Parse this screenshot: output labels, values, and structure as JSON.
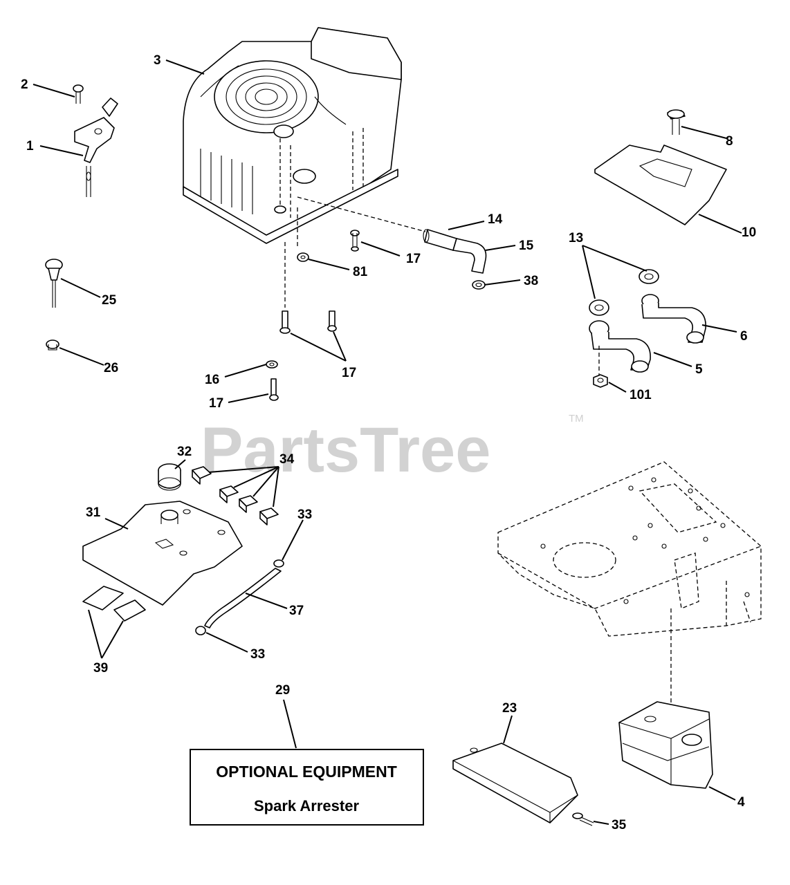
{
  "watermark": {
    "text": "PartsTree",
    "trademark": "TM"
  },
  "optional_box": {
    "title": "OPTIONAL EQUIPMENT",
    "subtitle": "Spark Arrester"
  },
  "callouts": {
    "c1": "1",
    "c2": "2",
    "c3": "3",
    "c4": "4",
    "c5": "5",
    "c6": "6",
    "c8": "8",
    "c10": "10",
    "c13": "13",
    "c14": "14",
    "c15": "15",
    "c16": "16",
    "c17a": "17",
    "c17b": "17",
    "c17c": "17",
    "c23": "23",
    "c25": "25",
    "c26": "26",
    "c29": "29",
    "c31": "31",
    "c32": "32",
    "c33a": "33",
    "c33b": "33",
    "c34": "34",
    "c35": "35",
    "c37": "37",
    "c38": "38",
    "c39": "39",
    "c81": "81",
    "c101": "101"
  }
}
